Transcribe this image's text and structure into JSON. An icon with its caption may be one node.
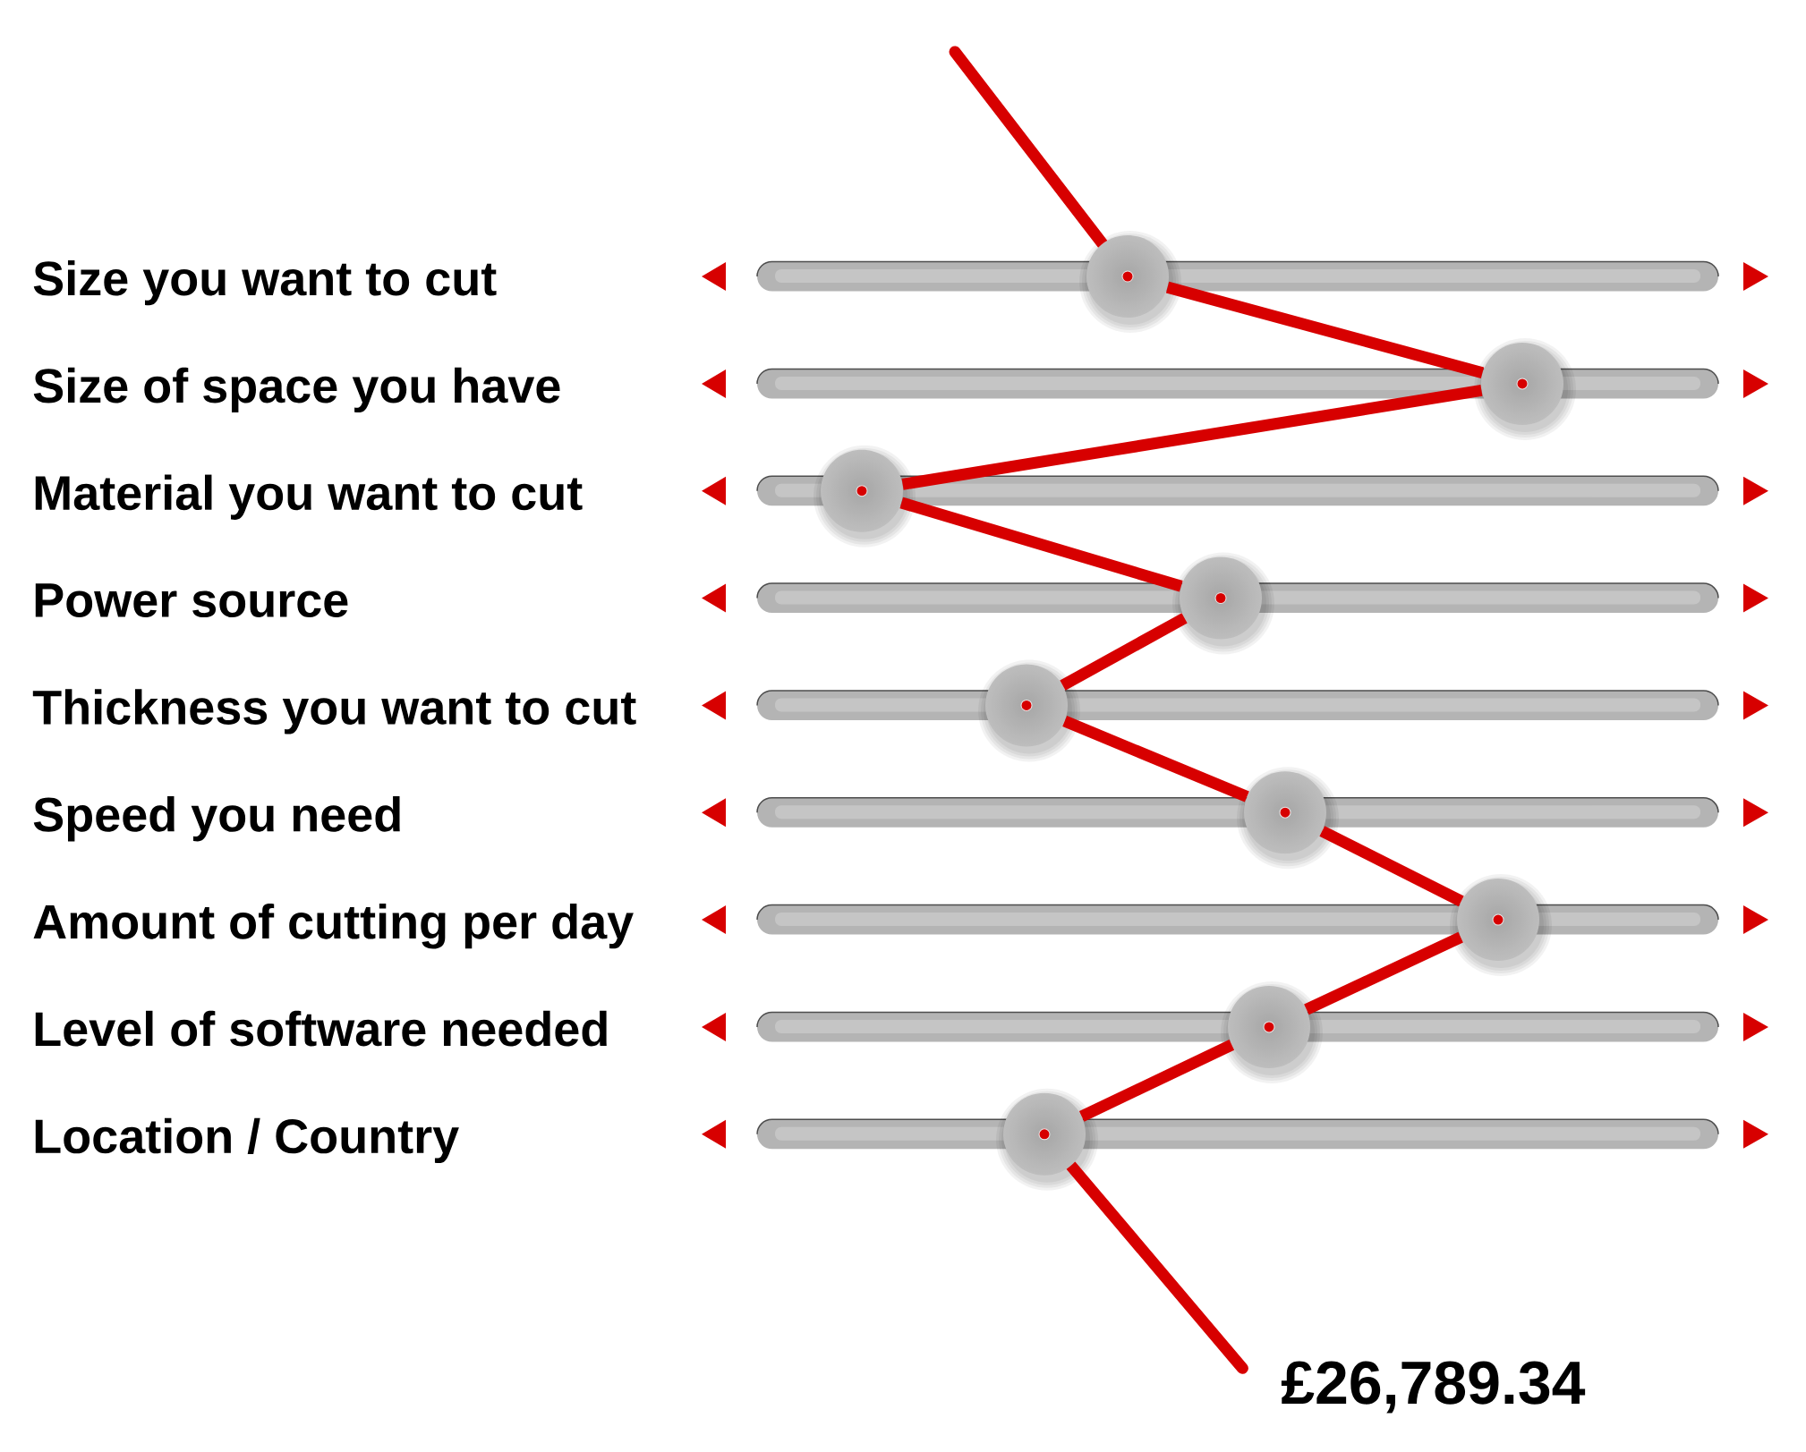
{
  "diagram": {
    "nodes": [
      {
        "text": [],
        "shape": "circle"
      },
      {
        "text": [],
        "shape": "circle"
      },
      {
        "text": [],
        "shape": "circle"
      },
      {
        "text": [],
        "shape": "circle"
      },
      {
        "text": [],
        "shape": "circle"
      },
      {
        "text": [],
        "shape": "circle"
      },
      {
        "text": [],
        "shape": "circle"
      },
      {
        "text": [],
        "shape": "circle"
      },
      {
        "text": [],
        "shape": "circle"
      },
      {
        "text": [
          "£26,789.34"
        ]
      }
    ],
    "edges": [
      {
        "from": null,
        "to": 0,
        "arrow": "none"
      },
      {
        "from": 0,
        "to": 1,
        "arrow": "none"
      },
      {
        "from": 1,
        "to": 2,
        "arrow": "none"
      },
      {
        "from": 2,
        "to": 3,
        "arrow": "none"
      },
      {
        "from": 3,
        "to": 4,
        "arrow": "none"
      },
      {
        "from": 4,
        "to": 5,
        "arrow": "none"
      },
      {
        "from": 5,
        "to": 6,
        "arrow": "none"
      },
      {
        "from": 6,
        "to": 7,
        "arrow": "none"
      },
      {
        "from": 7,
        "to": 8,
        "arrow": "none"
      },
      {
        "from": 8,
        "to": 9,
        "arrow": "none"
      }
    ],
    "labels": [
      "Size you want to cut",
      "Size of space you have",
      "Material you want to cut",
      "Power source",
      "Thickness you want to cut",
      "Speed you need",
      "Amount of cutting per day",
      "Level of software needed",
      "Location / Country"
    ]
  }
}
